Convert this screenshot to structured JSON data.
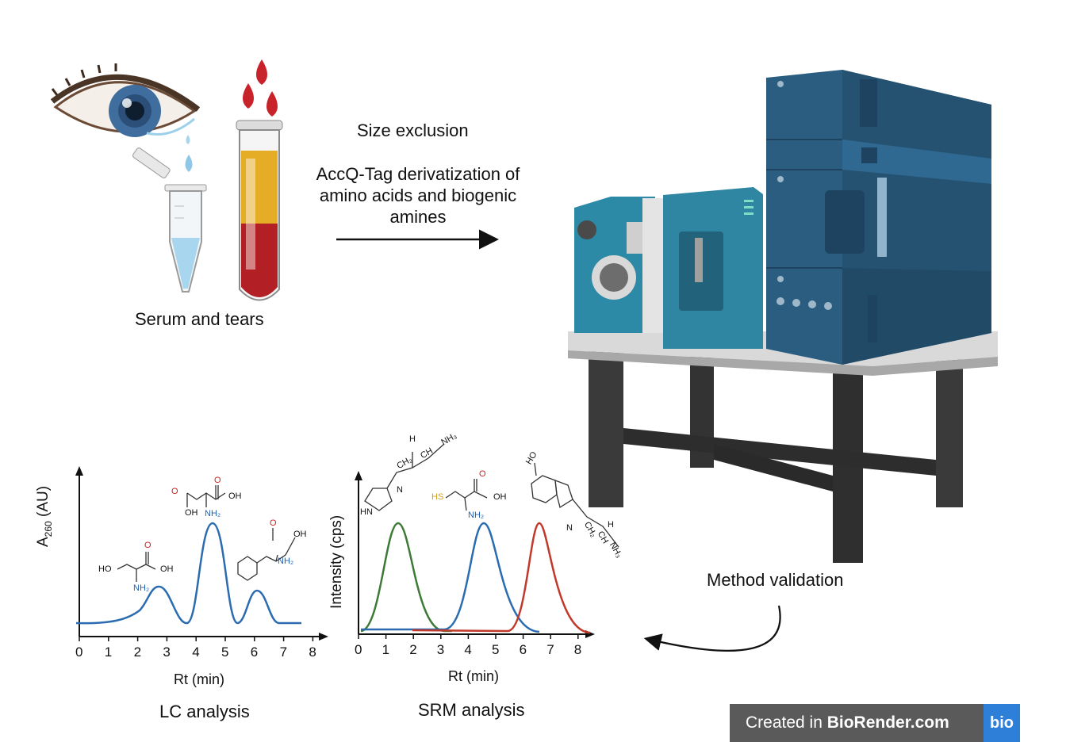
{
  "labels": {
    "serum_tears": "Serum and tears",
    "size_exclusion": "Size exclusion",
    "derivatization_line1": "AccQ-Tag derivatization of",
    "derivatization_line2": "amino acids and biogenic",
    "derivatization_line3": "amines",
    "method_validation": "Method validation",
    "lc_analysis": "LC analysis",
    "srm_analysis": "SRM analysis"
  },
  "lc_chart": {
    "ylabel_main": "A",
    "ylabel_sub": "260",
    "ylabel_unit": "(AU)",
    "xlabel": "Rt (min)",
    "ticks": [
      "0",
      "1",
      "2",
      "3",
      "4",
      "5",
      "6",
      "7",
      "8"
    ]
  },
  "srm_chart": {
    "ylabel": "Intensity (cps)",
    "xlabel": "Rt (min)",
    "ticks": [
      "0",
      "1",
      "2",
      "3",
      "4",
      "5",
      "6",
      "7",
      "8"
    ]
  },
  "chem": {
    "ho": "HO",
    "oh": "OH",
    "o": "O",
    "nh2": "NH₂",
    "nh3": "NH₃",
    "hs": "HS",
    "hn": "HN",
    "n": "N",
    "h": "H",
    "ch2": "CH₂",
    "ch": "CH",
    "plus": "+"
  },
  "badge": {
    "prefix": "Created in ",
    "brand": "BioRender.com",
    "logo": "bio"
  },
  "colors": {
    "lc_trace": "#2b6cb0",
    "srm_green": "#3d7a35",
    "srm_blue": "#2b6cb0",
    "srm_red": "#c0392b",
    "instrument_blue": "#2a5d80",
    "instrument_teal": "#2d8aa6",
    "blood": "#b21f24",
    "serum": "#e0a823"
  }
}
